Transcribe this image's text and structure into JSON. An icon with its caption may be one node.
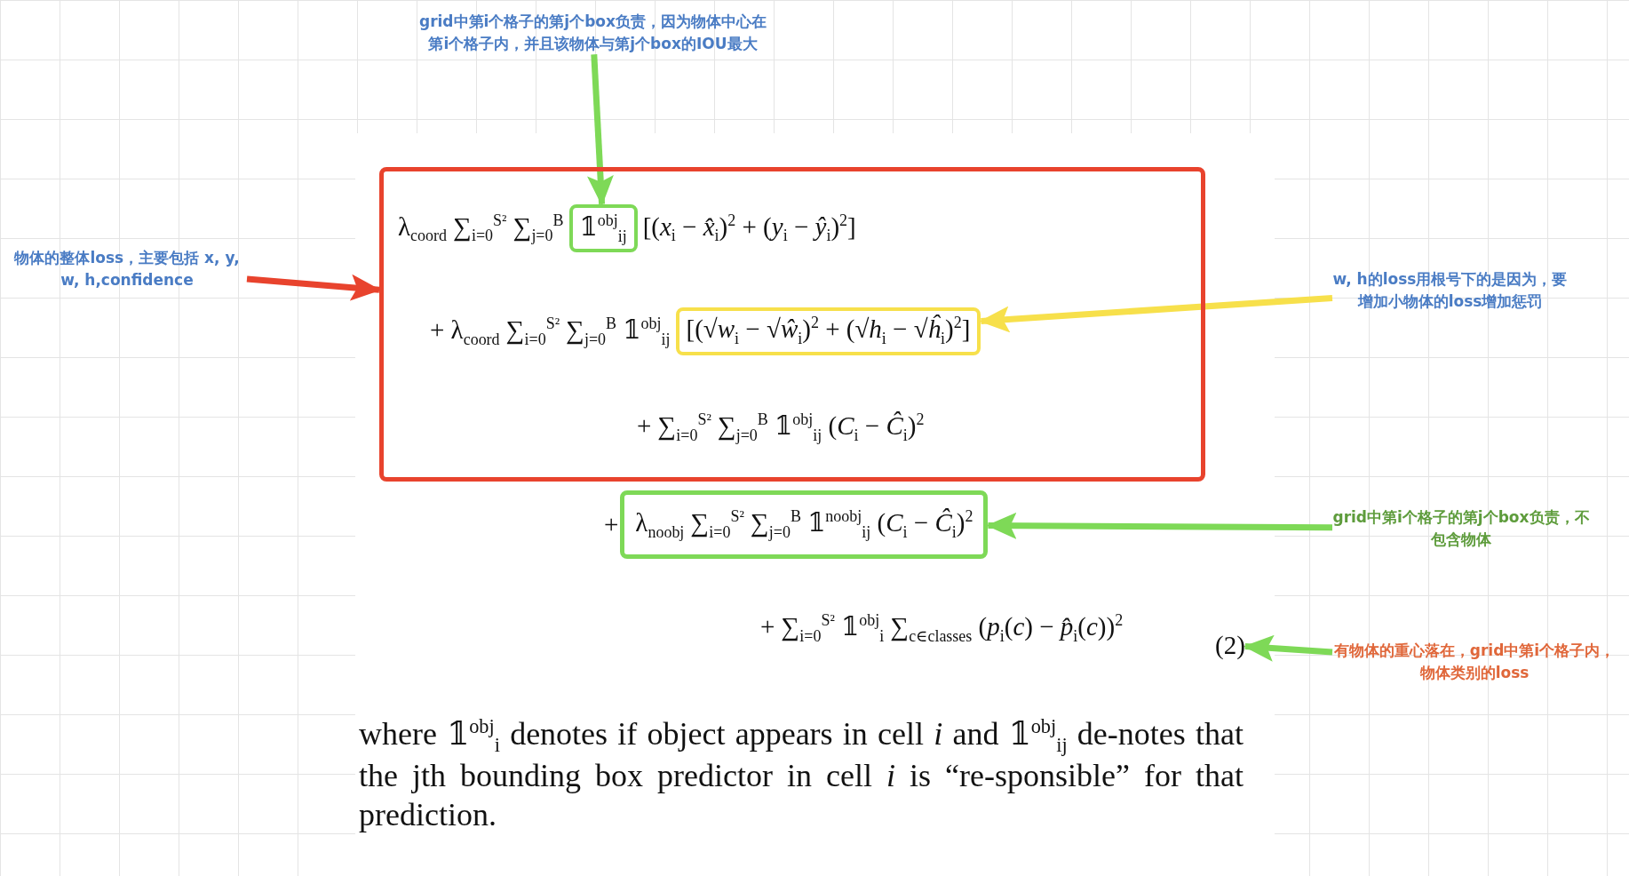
{
  "diagram": {
    "nodes": [
      {
        "text": [
          "grid中第i个格子的第j个box负责，因为物体中心在第i个格子内，并且该物体与第j个box的IOU最大"
        ]
      },
      {
        "text": [
          "λ$_{coord}$ ∑$_{i=0}$$^{S²}$ ∑$_{j=0}$$^{B}$",
          "[(*x*$_{i}$ − *x̂*$_{i}$)$^{2}$ + (*y*$_{i}$ − *ŷ*$_{i}$)$^{2}$]",
          "+ λ$_{coord}$ ∑$_{i=0}$$^{S²}$ ∑$_{j=0}$$^{B}$ 𝟙$^{obj}$$_{ij}$",
          "+ ∑$_{i=0}$$^{S²}$ ∑$_{j=0}$$^{B}$ 𝟙$^{obj}$$_{ij}$ (*C*$_{i}$ − *Ĉ*$_{i}$)$^{2}$"
        ]
      },
      {
        "text": [
          "𝟙$^{obj}$$_{ij}$"
        ],
        "in": 1
      },
      {
        "text": [
          "[(√*w*$_{i}$ − √*ŵ*$_{i}$)$^{2}$ + (√*h*$_{i}$ − √*ĥ*$_{i}$)$^{2}$]"
        ],
        "in": 1
      },
      {
        "text": [
          "λ$_{noobj}$ ∑$_{i=0}$$^{S²}$ ∑$_{j=0}$$^{B}$ 𝟙$^{noobj}$$_{ij}$ (*C*$_{i}$ − *Ĉ*$_{i}$)$^{2}$"
        ],
        "beside": [
          "+"
        ]
      },
      {
        "text": [
          "物体的整体loss，主要包括 x, y, w, h,confidence"
        ]
      },
      {
        "text": [
          "w, h的loss用根号下的是因为，要增加小物体的loss增加惩罚"
        ]
      },
      {
        "text": [
          "grid中第i个格子的第j个box负责，不包含物体"
        ]
      },
      {
        "text": [
          "有物体的重心落在，grid中第i个格子内，物体类别的loss"
        ]
      },
      {
        "text": [
          "(2)"
        ]
      }
    ],
    "edges": [
      {
        "from": 0,
        "to": 2,
        "arrow": "to"
      },
      {
        "from": 5,
        "to": 1,
        "arrow": "to",
        "color": "#e8432d"
      },
      {
        "from": 6,
        "to": 3,
        "arrow": "to",
        "color": "#f7e04b"
      },
      {
        "from": 7,
        "to": 4,
        "arrow": "to"
      },
      {
        "from": 8,
        "to": 9,
        "arrow": "to"
      }
    ],
    "labels": [
      "+ ∑$_{i=0}$$^{S²}$ 𝟙$^{obj}$$_{i}$ ∑$_{c∈classes}$ (*p*$_{i}$(*c*) − *p̂*$_{i}$(*c*))$^{2}$",
      "where 𝟙$^{obj}$$_{i}$ denotes if object appears in cell *i* and 𝟙$^{obj}$$_{ij}$ de-notes that the jth bounding box predictor in cell *i* is “re-sponsible” for that prediction."
    ]
  }
}
